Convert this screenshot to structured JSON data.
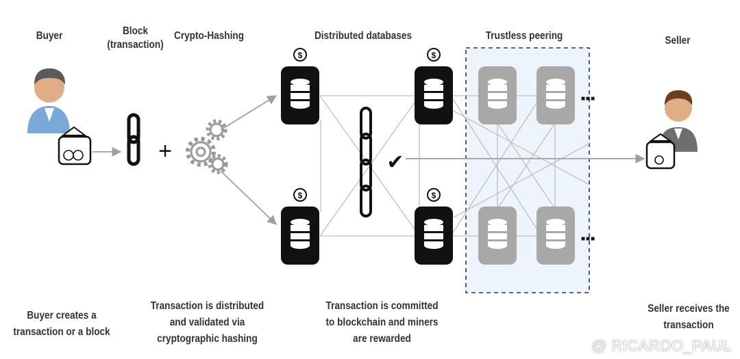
{
  "headers": {
    "buyer": "Buyer",
    "block": "Block\n(transaction)",
    "crypto_hashing": "Crypto-Hashing",
    "distributed_databases": "Distributed databases",
    "trustless_peering": "Trustless peering",
    "seller": "Seller"
  },
  "captions": {
    "buyer": "Buyer creates a\ntransaction or a block",
    "distributed": "Transaction is distributed\nand validated via\ncryptographic hashing",
    "committed": "Transaction is committed\nto blockchain and miners\nare rewarded",
    "seller": "Seller receives the\ntransaction"
  },
  "symbols": {
    "plus": "+",
    "check": "✔",
    "dollar": "$",
    "ellipsis": "■■■"
  },
  "watermark": "@ RICARDO_PAUL",
  "icons": {
    "buyer": "person-icon",
    "wallet": "wallet-icon",
    "chain": "chain-link-icon",
    "gears": "gears-icon",
    "database": "database-icon",
    "seller": "person-icon"
  },
  "colors": {
    "peer_region_fill": "#eef4fb",
    "peer_node": "#a8a8a8",
    "db_node": "#111111",
    "arrow": "#b0b0b0",
    "buyer_shirt": "#7aa8d8"
  }
}
